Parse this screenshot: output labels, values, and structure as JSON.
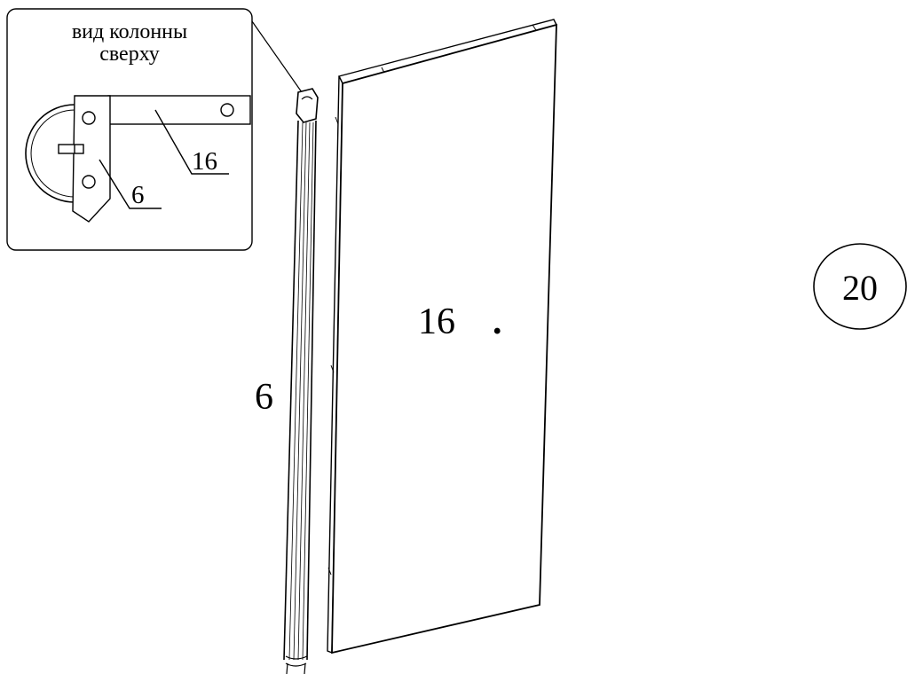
{
  "inset": {
    "caption_line1": "вид колонны",
    "caption_line2": "сверху",
    "part_16_label": "16",
    "part_6_label": "6"
  },
  "main": {
    "panel_label": "16",
    "column_label": "6",
    "dot": "."
  },
  "step_number": "20",
  "colors": {
    "line": "#000000",
    "background": "#ffffff"
  }
}
